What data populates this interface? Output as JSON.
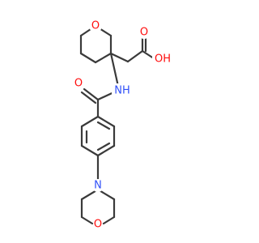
{
  "molecule": {
    "atoms": {
      "pyran_o": "O",
      "acid_oh": "OH",
      "acid_o": "O",
      "amide_o": "O",
      "amide_nh": "NH",
      "morph_n": "N",
      "morph_o": "O"
    },
    "colors": {
      "bond": "#3a3a3a",
      "oxygen": "#ff0d0d",
      "nitrogen": "#3050f8"
    }
  }
}
